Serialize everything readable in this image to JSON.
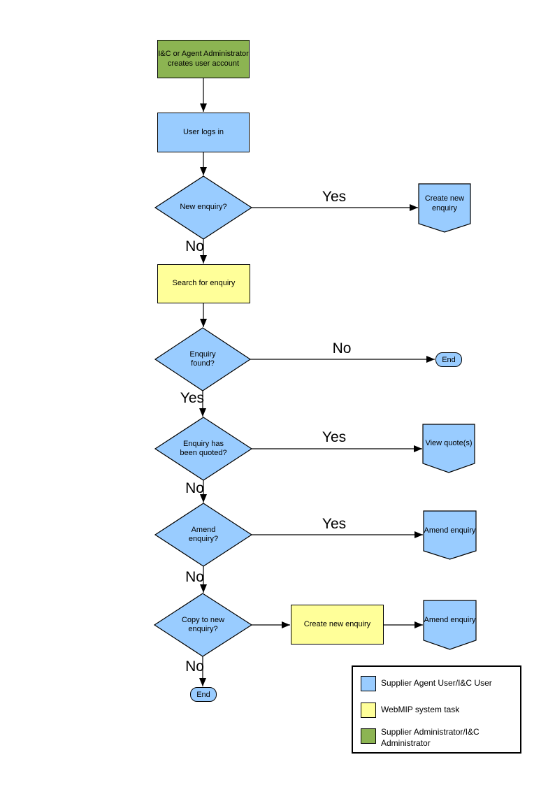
{
  "colors": {
    "user_task": "#99CCFF",
    "system_task": "#FFFF99",
    "admin_task": "#8CB452",
    "line": "#000000"
  },
  "nodes": {
    "admin_creates_account": "I&C or Agent Administrator\ncreates user account",
    "user_logs_in": "User logs in",
    "new_enquiry_q": "New enquiry?",
    "create_new_enquiry_offpage": "Create new\nenquiry",
    "search_for_enquiry": "Search for enquiry",
    "enquiry_found_q": "Enquiry\nfound?",
    "end_right": "End",
    "enquiry_quoted_q": "Enquiry has\nbeen quoted?",
    "view_quotes": "View quote(s)",
    "amend_enquiry_q": "Amend\nenquiry?",
    "amend_enquiry_offpage_1": "Amend enquiry",
    "copy_to_new_enquiry_q": "Copy to new\nenquiry?",
    "create_new_enquiry_task": "Create new enquiry",
    "amend_enquiry_offpage_2": "Amend enquiry",
    "end_bottom": "End"
  },
  "edge_labels": {
    "yes": "Yes",
    "no": "No"
  },
  "legend": {
    "items": [
      {
        "color": "#99CCFF",
        "label": "Supplier Agent User/I&C User"
      },
      {
        "color": "#FFFF99",
        "label": "WebMIP system task"
      },
      {
        "color": "#8CB452",
        "label": "Supplier Administrator/I&C\nAdministrator"
      }
    ]
  }
}
